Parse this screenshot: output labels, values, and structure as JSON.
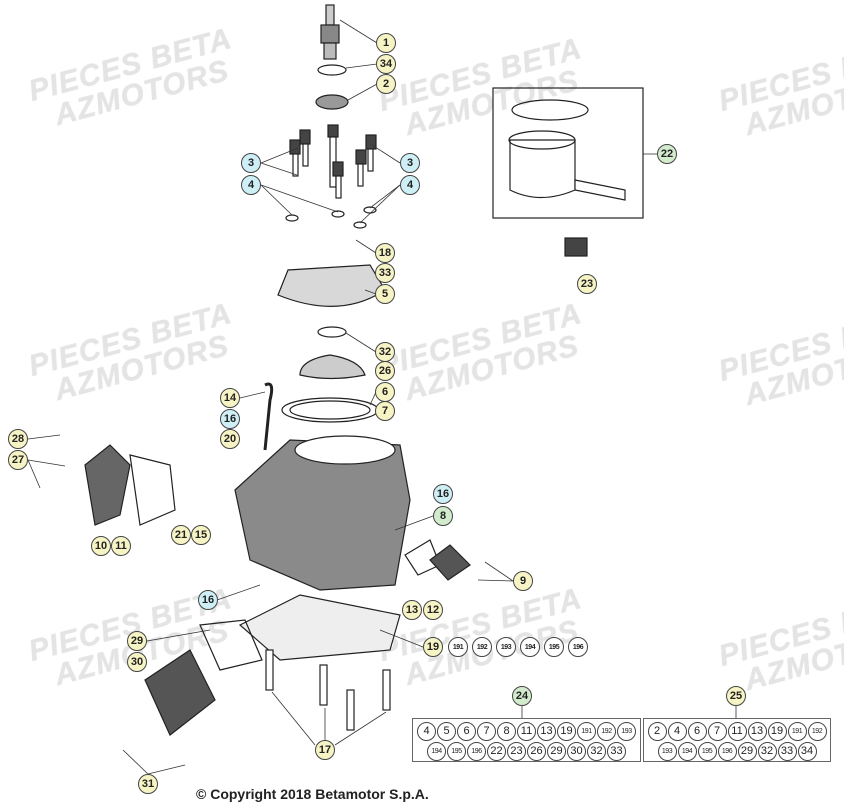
{
  "watermark": {
    "line1": "PIECES BETA",
    "line2": "AZMOTORS"
  },
  "colors": {
    "yellow": "#f6f3c4",
    "cyan": "#cfeff6",
    "green": "#d3ebcd",
    "white": "#ffffff"
  },
  "callouts": [
    {
      "label": "1",
      "color": "yellow"
    },
    {
      "label": "34",
      "color": "yellow"
    },
    {
      "label": "2",
      "color": "yellow"
    },
    {
      "label": "3",
      "color": "cyan"
    },
    {
      "label": "4",
      "color": "cyan"
    },
    {
      "label": "3",
      "color": "cyan"
    },
    {
      "label": "4",
      "color": "cyan"
    },
    {
      "label": "22",
      "color": "green"
    },
    {
      "label": "18",
      "color": "yellow"
    },
    {
      "label": "33",
      "color": "yellow"
    },
    {
      "label": "5",
      "color": "yellow"
    },
    {
      "label": "23",
      "color": "yellow"
    },
    {
      "label": "32",
      "color": "yellow"
    },
    {
      "label": "26",
      "color": "yellow"
    },
    {
      "label": "6",
      "color": "yellow"
    },
    {
      "label": "7",
      "color": "yellow"
    },
    {
      "label": "14",
      "color": "yellow"
    },
    {
      "label": "16",
      "color": "cyan"
    },
    {
      "label": "20",
      "color": "yellow"
    },
    {
      "label": "28",
      "color": "yellow"
    },
    {
      "label": "27",
      "color": "yellow"
    },
    {
      "label": "16",
      "color": "cyan"
    },
    {
      "label": "8",
      "color": "green"
    },
    {
      "label": "21",
      "color": "yellow"
    },
    {
      "label": "15",
      "color": "yellow"
    },
    {
      "label": "10",
      "color": "yellow"
    },
    {
      "label": "11",
      "color": "yellow"
    },
    {
      "label": "9",
      "color": "yellow"
    },
    {
      "label": "16",
      "color": "cyan"
    },
    {
      "label": "13",
      "color": "yellow"
    },
    {
      "label": "12",
      "color": "yellow"
    },
    {
      "label": "19",
      "color": "yellow"
    },
    {
      "label": "191",
      "color": "white"
    },
    {
      "label": "192",
      "color": "white"
    },
    {
      "label": "193",
      "color": "white"
    },
    {
      "label": "194",
      "color": "white"
    },
    {
      "label": "195",
      "color": "white"
    },
    {
      "label": "196",
      "color": "white"
    },
    {
      "label": "29",
      "color": "yellow"
    },
    {
      "label": "30",
      "color": "yellow"
    },
    {
      "label": "17",
      "color": "yellow"
    },
    {
      "label": "31",
      "color": "yellow"
    },
    {
      "label": "24",
      "color": "green"
    },
    {
      "label": "25",
      "color": "yellow"
    }
  ],
  "kits": [
    {
      "ref": "24",
      "rows": [
        [
          "4",
          "5",
          "6",
          "7",
          "8",
          "11",
          "13",
          "19",
          "191",
          "192",
          "193"
        ],
        [
          "194",
          "195",
          "196",
          "22",
          "23",
          "26",
          "29",
          "30",
          "32",
          "33"
        ]
      ]
    },
    {
      "ref": "25",
      "rows": [
        [
          "2",
          "4",
          "6",
          "7",
          "11",
          "13",
          "19",
          "191",
          "192"
        ],
        [
          "193",
          "194",
          "195",
          "196",
          "29",
          "32",
          "33",
          "34"
        ]
      ]
    }
  ],
  "copyright": "© Copyright 2018 Betamotor S.p.A."
}
